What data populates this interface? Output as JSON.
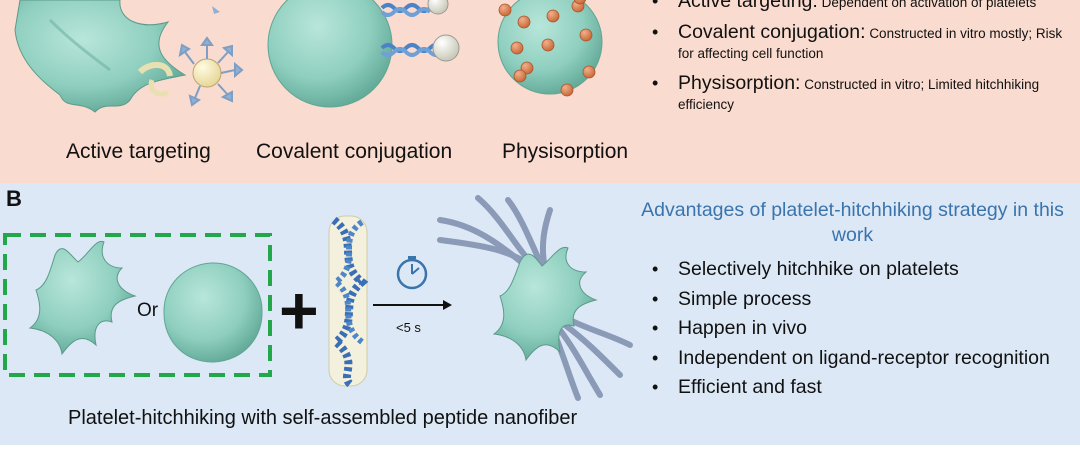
{
  "panel_a": {
    "labels": [
      "Active targeting",
      "Covalent conjugation",
      "Physisorption"
    ],
    "bullets": [
      {
        "term": "Active targeting:",
        "text": "Dependent on activation of platelets"
      },
      {
        "term": "Covalent conjugation:",
        "text": "Constructed in vitro mostly; Risk for affecting cell function"
      },
      {
        "term": "Physisorption:",
        "text": "Constructed in vitro;  Limited hitchhiking efficiency"
      }
    ]
  },
  "panel_b": {
    "letter": "B",
    "or_label": "Or",
    "plus_symbol": "+",
    "time_label": "<5 s",
    "caption": "Platelet-hitchhiking with self-assembled peptide nanofiber",
    "advantages_title": "Advantages of platelet-hitchhiking strategy in this work",
    "advantages": [
      "Selectively hitchhike on platelets",
      "Simple process",
      "Happen in vivo",
      "Independent on ligand-receptor recognition",
      "Efficient and fast"
    ]
  },
  "colors": {
    "panel_a_bg": "#fadbcf",
    "panel_b_bg": "#dce8f5",
    "platelet": "#8fcfbf",
    "nanoparticle": "#e08a5a",
    "dashed_box": "#22a84a",
    "title_blue": "#3a74ad",
    "fiber_blue": "#3a6fb5"
  }
}
